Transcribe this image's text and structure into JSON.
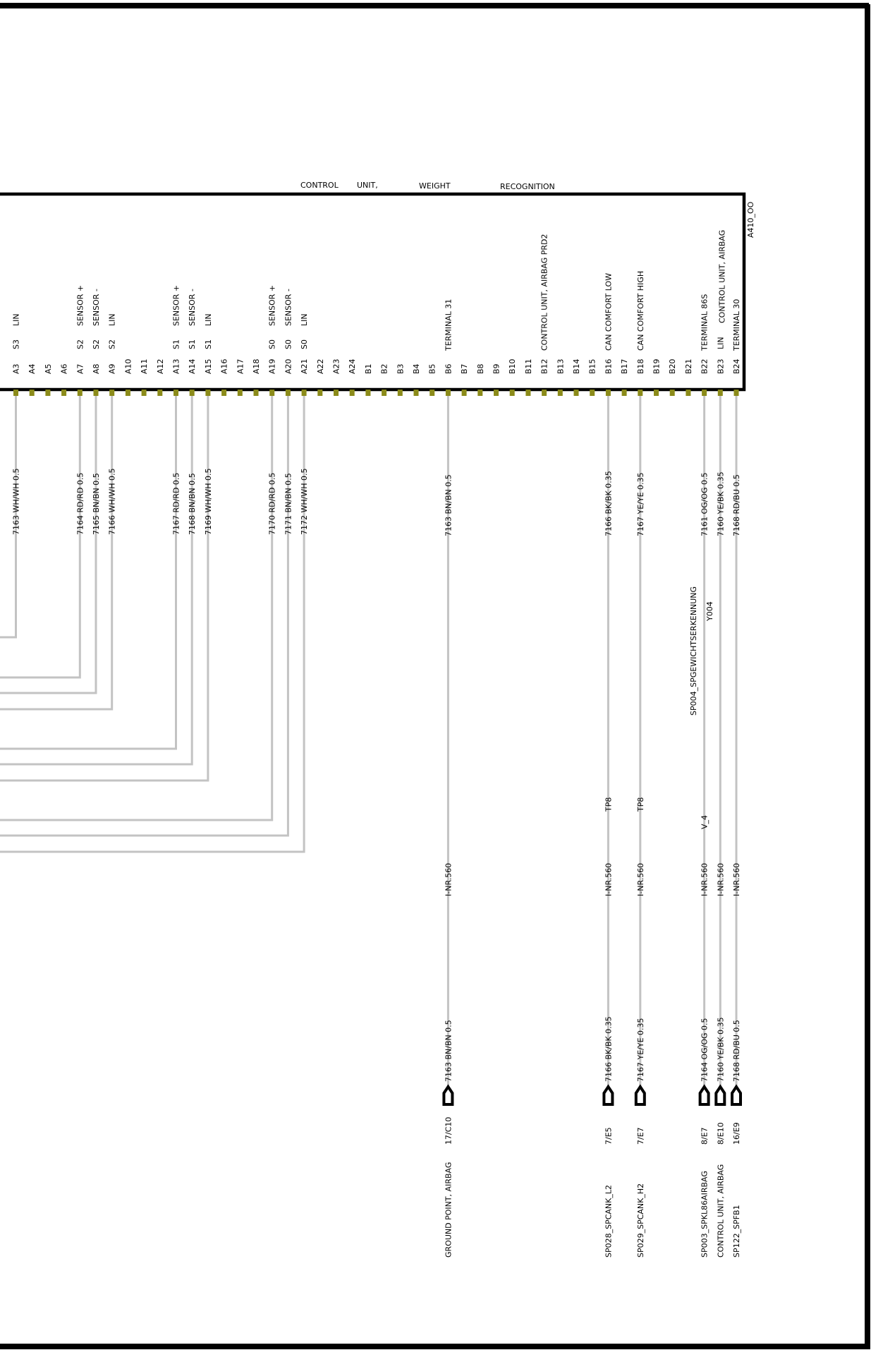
{
  "component": {
    "title_words": [
      "CONTROL",
      "UNIT,",
      "WEIGHT",
      "RECOGNITION"
    ],
    "id": "A410_OO"
  },
  "pins": [
    {
      "pin": "A3",
      "code": "S3",
      "desc": "LIN"
    },
    {
      "pin": "A4",
      "code": "",
      "desc": ""
    },
    {
      "pin": "A5",
      "code": "",
      "desc": ""
    },
    {
      "pin": "A6",
      "code": "",
      "desc": ""
    },
    {
      "pin": "A7",
      "code": "S2",
      "desc": "SENSOR +"
    },
    {
      "pin": "A8",
      "code": "S2",
      "desc": "SENSOR -"
    },
    {
      "pin": "A9",
      "code": "S2",
      "desc": "LIN"
    },
    {
      "pin": "A10",
      "code": "",
      "desc": ""
    },
    {
      "pin": "A11",
      "code": "",
      "desc": ""
    },
    {
      "pin": "A12",
      "code": "",
      "desc": ""
    },
    {
      "pin": "A13",
      "code": "S1",
      "desc": "SENSOR +"
    },
    {
      "pin": "A14",
      "code": "S1",
      "desc": "SENSOR -"
    },
    {
      "pin": "A15",
      "code": "S1",
      "desc": "LIN"
    },
    {
      "pin": "A16",
      "code": "",
      "desc": ""
    },
    {
      "pin": "A17",
      "code": "",
      "desc": ""
    },
    {
      "pin": "A18",
      "code": "",
      "desc": ""
    },
    {
      "pin": "A19",
      "code": "S0",
      "desc": "SENSOR +"
    },
    {
      "pin": "A20",
      "code": "S0",
      "desc": "SENSOR -"
    },
    {
      "pin": "A21",
      "code": "S0",
      "desc": "LIN"
    },
    {
      "pin": "A22",
      "code": "",
      "desc": ""
    },
    {
      "pin": "A23",
      "code": "",
      "desc": ""
    },
    {
      "pin": "A24",
      "code": "",
      "desc": ""
    },
    {
      "pin": "B1",
      "code": "",
      "desc": ""
    },
    {
      "pin": "B2",
      "code": "",
      "desc": ""
    },
    {
      "pin": "B3",
      "code": "",
      "desc": ""
    },
    {
      "pin": "B4",
      "code": "",
      "desc": ""
    },
    {
      "pin": "B5",
      "code": "",
      "desc": ""
    },
    {
      "pin": "B6",
      "code": "",
      "desc": "TERMINAL 31"
    },
    {
      "pin": "B7",
      "code": "",
      "desc": ""
    },
    {
      "pin": "B8",
      "code": "",
      "desc": ""
    },
    {
      "pin": "B9",
      "code": "",
      "desc": ""
    },
    {
      "pin": "B10",
      "code": "",
      "desc": ""
    },
    {
      "pin": "B11",
      "code": "",
      "desc": ""
    },
    {
      "pin": "B12",
      "code": "",
      "desc": "CONTROL UNIT, AIRBAG   PRD2"
    },
    {
      "pin": "B13",
      "code": "",
      "desc": ""
    },
    {
      "pin": "B14",
      "code": "",
      "desc": ""
    },
    {
      "pin": "B15",
      "code": "",
      "desc": ""
    },
    {
      "pin": "B16",
      "code": "",
      "desc": "CAN COMFORT LOW"
    },
    {
      "pin": "B17",
      "code": "",
      "desc": ""
    },
    {
      "pin": "B18",
      "code": "",
      "desc": "CAN COMFORT HIGH"
    },
    {
      "pin": "B19",
      "code": "",
      "desc": ""
    },
    {
      "pin": "B20",
      "code": "",
      "desc": ""
    },
    {
      "pin": "B21",
      "code": "",
      "desc": ""
    },
    {
      "pin": "B22",
      "code": "",
      "desc": "TERMINAL 86S"
    },
    {
      "pin": "B23",
      "code": "LIN",
      "desc": "CONTROL UNIT, AIRBAG"
    },
    {
      "pin": "B24",
      "code": "",
      "desc": "TERMINAL 30"
    }
  ],
  "short_wires": [
    {
      "pin": "A3",
      "label": "7163 WH/WH 0.5"
    },
    {
      "pin": "A7",
      "label": "7164 RD/RD 0.5"
    },
    {
      "pin": "A8",
      "label": "7165 BN/BN 0.5"
    },
    {
      "pin": "A9",
      "label": "7166 WH/WH 0.5"
    },
    {
      "pin": "A13",
      "label": "7167 RD/RD 0.5"
    },
    {
      "pin": "A14",
      "label": "7168 BN/BN 0.5"
    },
    {
      "pin": "A15",
      "label": "7169 WH/WH 0.5"
    },
    {
      "pin": "A19",
      "label": "7170 RD/RD 0.5"
    },
    {
      "pin": "A20",
      "label": "7171 BN/BN 0.5"
    },
    {
      "pin": "A21",
      "label": "7172 WH/WH 0.5"
    }
  ],
  "long_wires": [
    {
      "pin": "B6",
      "label_top": "7163 BN/BN 0.5",
      "tag": "",
      "mid": "I-NR.560",
      "label_bottom": "7163 BN/BN 0.5",
      "ref": "17/C10",
      "dest": "GROUND POINT, AIRBAG"
    },
    {
      "pin": "B16",
      "label_top": "7166 BK/BK 0.35",
      "tag": "TP8",
      "mid": "I-NR.560",
      "label_bottom": "7166 BK/BK 0.35",
      "ref": "7/E5",
      "dest": "SP028_SPCANK_L2"
    },
    {
      "pin": "B18",
      "label_top": "7167 YE/YE 0.35",
      "tag": "TP8",
      "mid": "I-NR.560",
      "label_bottom": "7167 YE/YE 0.35",
      "ref": "7/E7",
      "dest": "SP029_SPCANK_H2"
    },
    {
      "pin": "B22",
      "label_top": "7161 OG/OG 0.5",
      "tag": "V_4",
      "mid": "I-NR.560",
      "label_bottom": "7164 OG/OG 0.5",
      "ref": "8/E7",
      "dest": "SP003_SPKL86AIRBAG"
    },
    {
      "pin": "B23",
      "label_top": "7160 YE/BK 0.35",
      "tag": "",
      "mid": "I-NR.560",
      "label_bottom": "7160 YE/BK 0.35",
      "ref": "8/E10",
      "dest": "CONTROL UNIT, AIRBAG"
    },
    {
      "pin": "B24",
      "label_top": "7168 RD/BU 0.5",
      "tag": "",
      "mid": "I-NR.560",
      "label_bottom": "7168 RD/BU 0.5",
      "ref": "16/E9",
      "dest": "SP122_SPFB1"
    }
  ],
  "splice": {
    "name": "SP004_SPGEWICHTSERKENNUNG",
    "code": "Y004"
  }
}
